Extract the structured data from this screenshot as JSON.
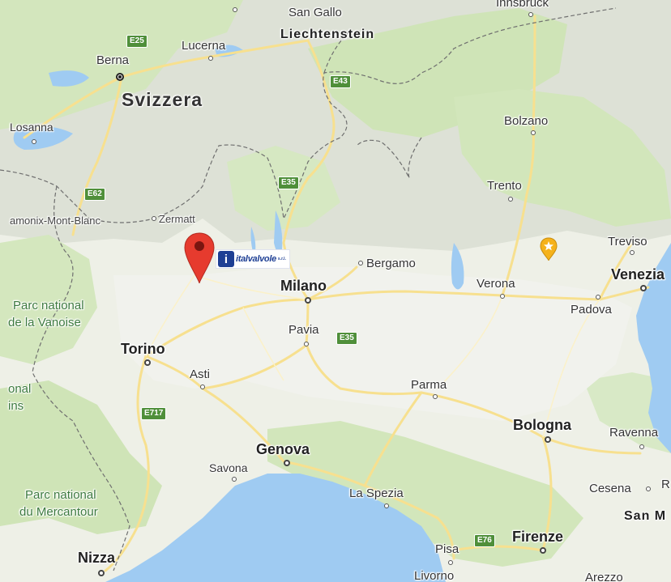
{
  "map": {
    "colors": {
      "sea": "#9fcbf2",
      "land": "#eef0e7",
      "forest": "#cde4b6",
      "mountain": "#d9ddd2",
      "road": "#f7e08f",
      "border": "#6f6f6f",
      "pin": "#e63b2e",
      "shield": "#4f8f3a",
      "brand": "#1e3f94",
      "star": "#f5b21b"
    },
    "countries": {
      "switzerland": "Svizzera",
      "liechtenstein": "Liechtenstein",
      "san_marino": "San M"
    },
    "cities": {
      "berna": "Berna",
      "lucerna": "Lucerna",
      "san_gallo": "San Gallo",
      "losanna": "Losanna",
      "chamonix": "amonix-Mont-Blanc",
      "zermatt": "Zermatt",
      "bolzano": "Bolzano",
      "trento": "Trento",
      "bergamo": "Bergamo",
      "milano": "Milano",
      "pavia": "Pavia",
      "torino": "Torino",
      "asti": "Asti",
      "verona": "Verona",
      "treviso": "Treviso",
      "venezia": "Venezia",
      "padova": "Padova",
      "parma": "Parma",
      "bologna": "Bologna",
      "ravenna": "Ravenna",
      "genova": "Genova",
      "savona": "Savona",
      "la_spezia": "La Spezia",
      "cesena": "Cesena",
      "cesena_r": "R",
      "firenze": "Firenze",
      "pisa": "Pisa",
      "livorno": "Livorno",
      "arezzo": "Arezzo",
      "nizza": "Nizza",
      "innsbruck": "Innsbruck"
    },
    "parks": {
      "vanoise_1": "Parc national",
      "vanoise_2": "de la Vanoise",
      "mercantour_1": "Parc national",
      "mercantour_2": "du Mercantour",
      "ecrins_1": "onal",
      "ecrins_2": "ins"
    },
    "roads": {
      "e25": "E25",
      "e43": "E43",
      "e62": "E62",
      "e35_north": "E35",
      "e35_south": "E35",
      "e717": "E717",
      "e76": "E76"
    },
    "marker": {
      "logo_mark": "i",
      "logo_name": "italvalvole",
      "logo_suffix": "s.r.l."
    }
  }
}
